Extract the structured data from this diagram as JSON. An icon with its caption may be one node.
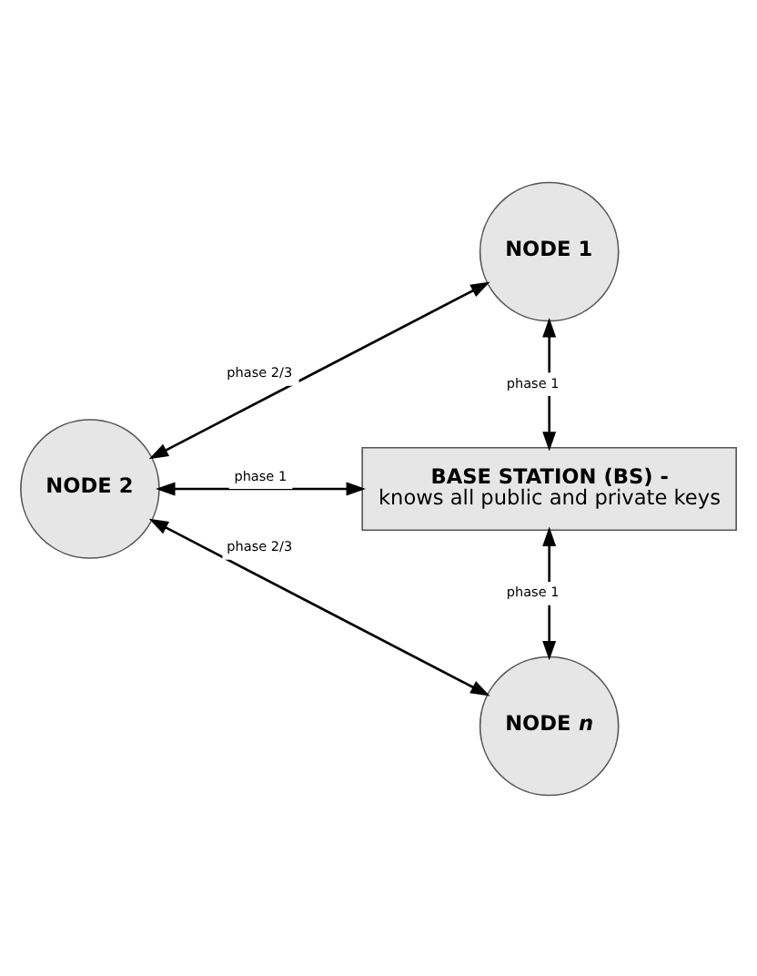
{
  "diagram": {
    "nodes": [
      {
        "text": [
          "NODE 1"
        ]
      },
      {
        "text": [
          "NODE 2"
        ]
      },
      {
        "text": [
          "BASE STATION (BS) -",
          "knows all public and private keys"
        ]
      },
      {
        "text": [
          "NODE *n*"
        ]
      }
    ],
    "edges": [
      {
        "from": 1,
        "to": 0,
        "arrow": "both",
        "label": "phase 2/3"
      },
      {
        "from": 0,
        "to": 2,
        "arrow": "both",
        "label": "phase 1"
      },
      {
        "from": 1,
        "to": 2,
        "arrow": "both",
        "label": "phase 1"
      },
      {
        "from": 2,
        "to": 3,
        "arrow": "both",
        "label": "phase 1"
      },
      {
        "from": 1,
        "to": 3,
        "arrow": "both",
        "label": "phase 2/3"
      }
    ]
  }
}
